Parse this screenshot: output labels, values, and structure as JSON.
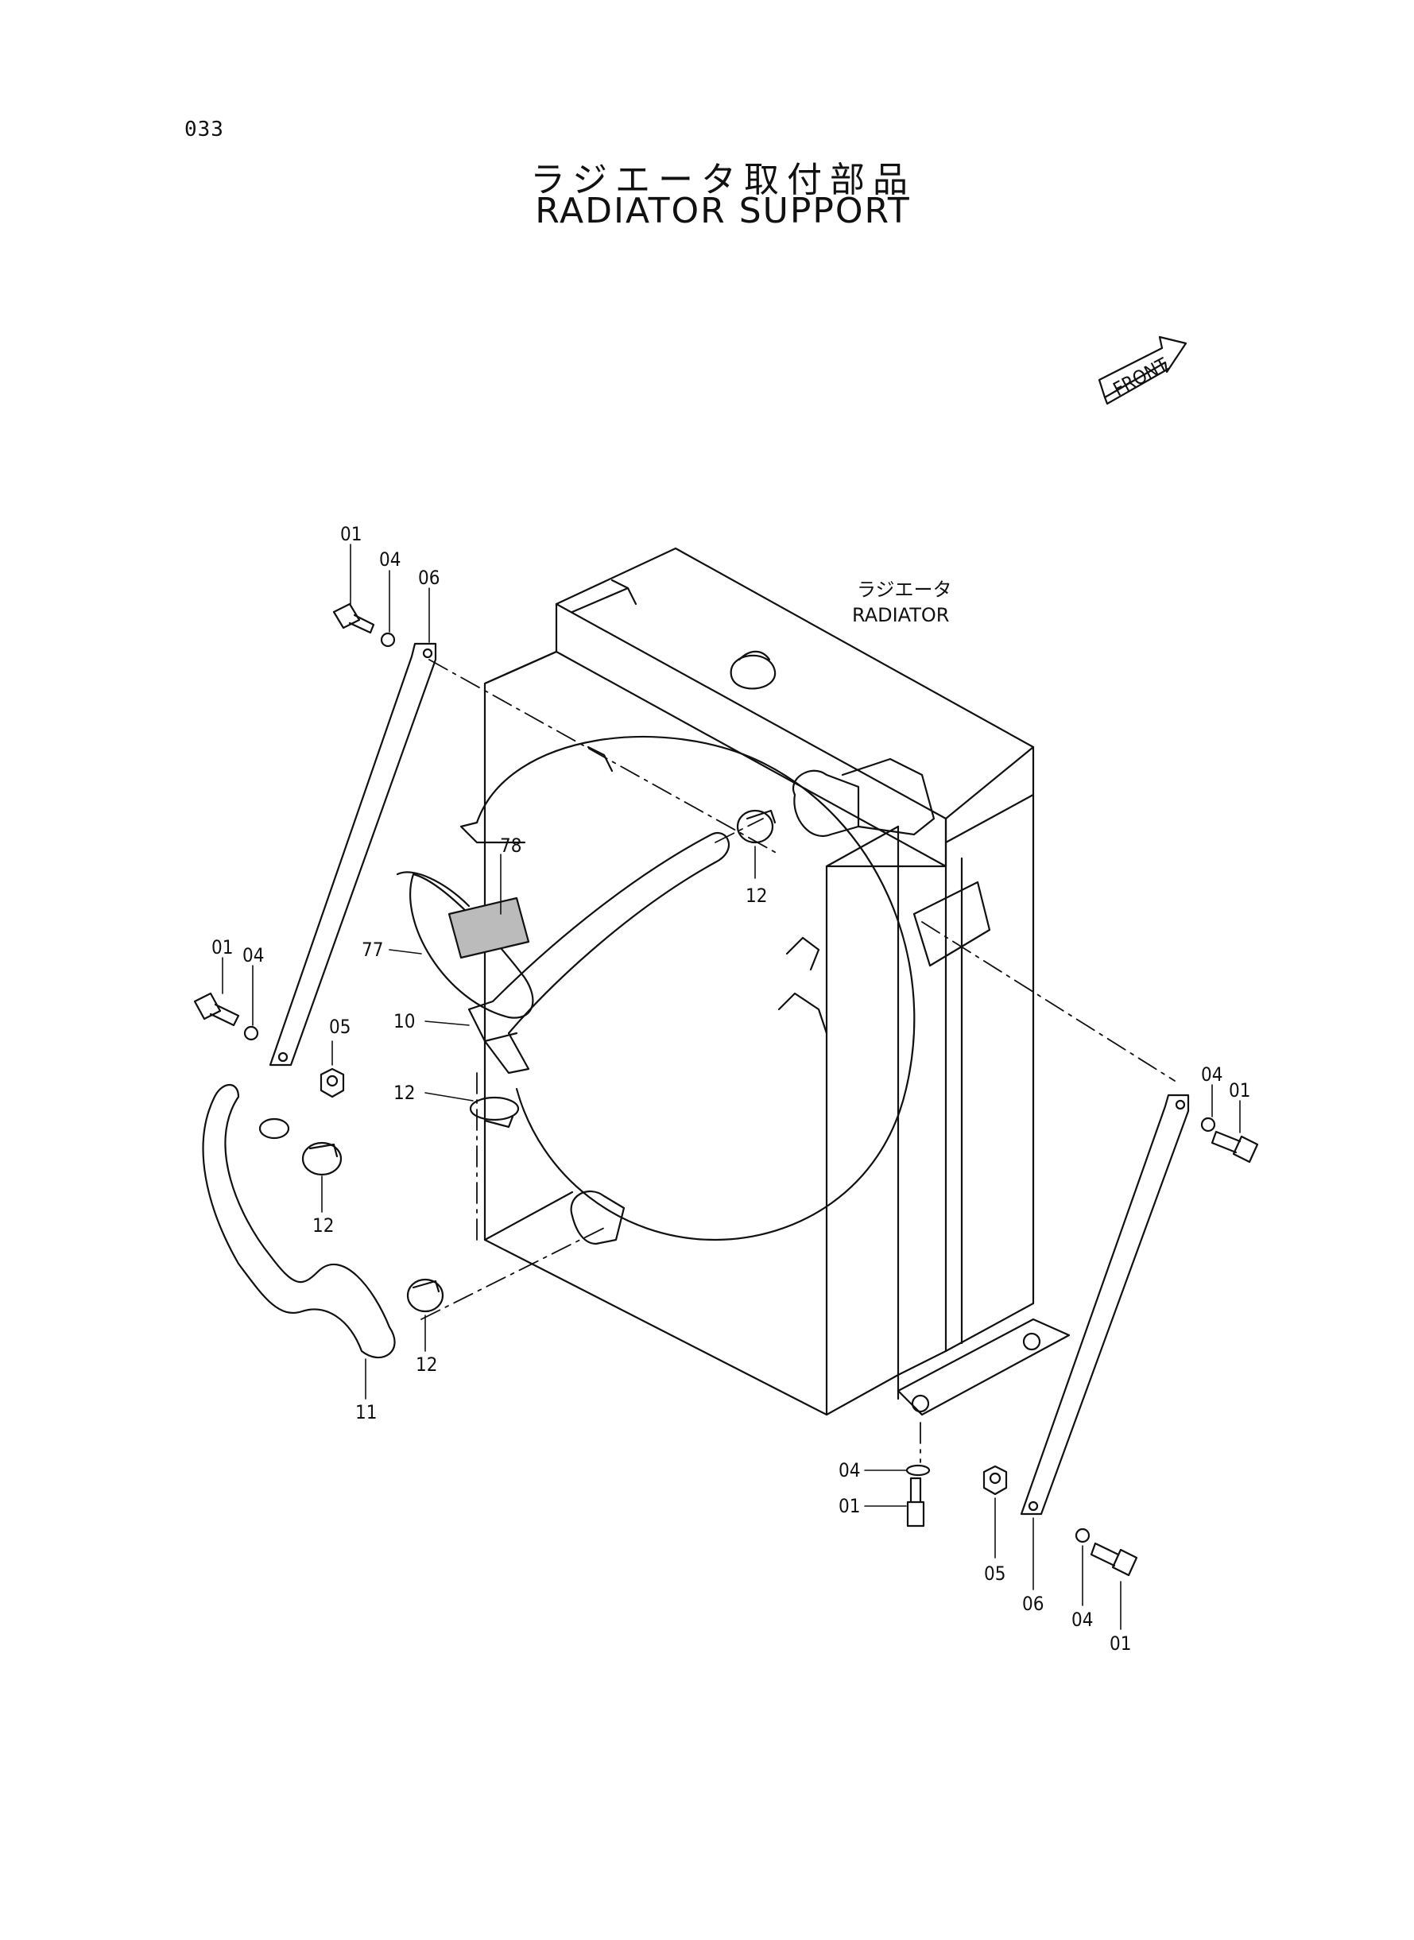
{
  "page_number": "033",
  "title_jp": "ラジエータ取付部品",
  "title_en": "RADIATOR  SUPPORT",
  "front_label": "FRONT",
  "radiator_label_jp": "ラジエータ",
  "radiator_label_en": "RADIATOR",
  "callouts": [
    "01",
    "04",
    "06",
    "78",
    "77",
    "10",
    "12",
    "12",
    "12",
    "12",
    "11",
    "01",
    "04",
    "05",
    "04",
    "01",
    "04",
    "01",
    "05",
    "06",
    "04",
    "01"
  ]
}
